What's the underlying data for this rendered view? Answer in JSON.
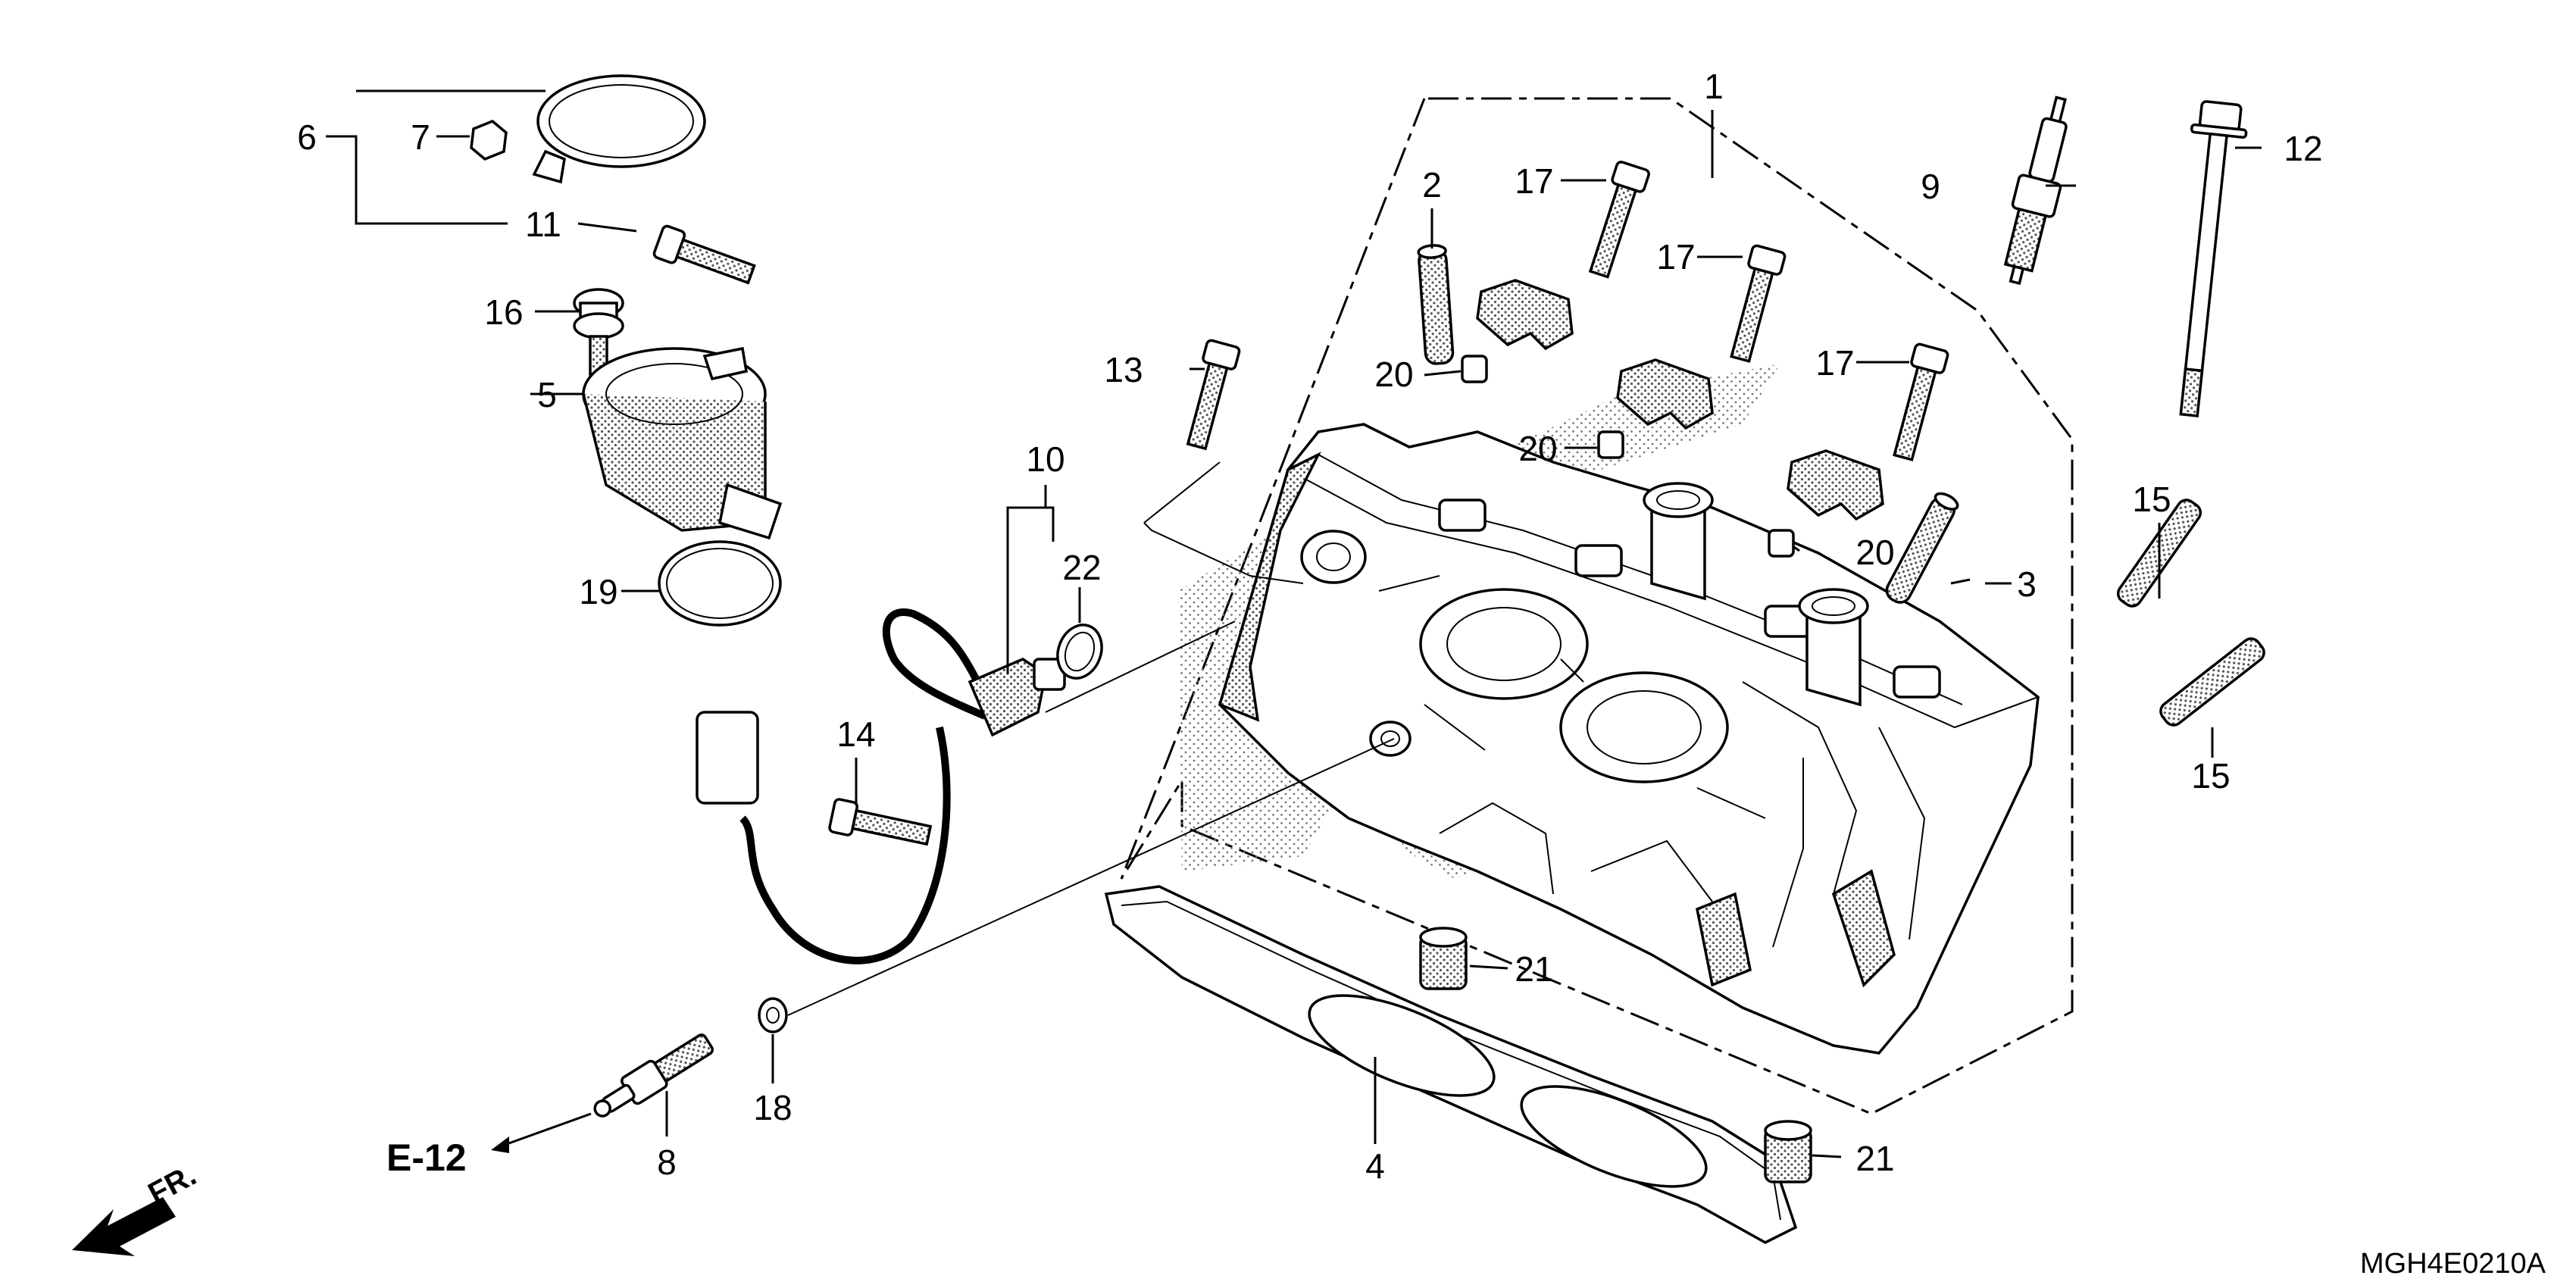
{
  "diagram": {
    "reference_code": "MGH4E0210A",
    "cross_reference": "E-12",
    "front_indicator": "FR.",
    "callouts": [
      "1",
      "2",
      "3",
      "4",
      "5",
      "6",
      "7",
      "8",
      "9",
      "10",
      "11",
      "12",
      "13",
      "14",
      "15",
      "15",
      "16",
      "17",
      "17",
      "17",
      "18",
      "19",
      "20",
      "20",
      "20",
      "21",
      "21",
      "22"
    ]
  }
}
